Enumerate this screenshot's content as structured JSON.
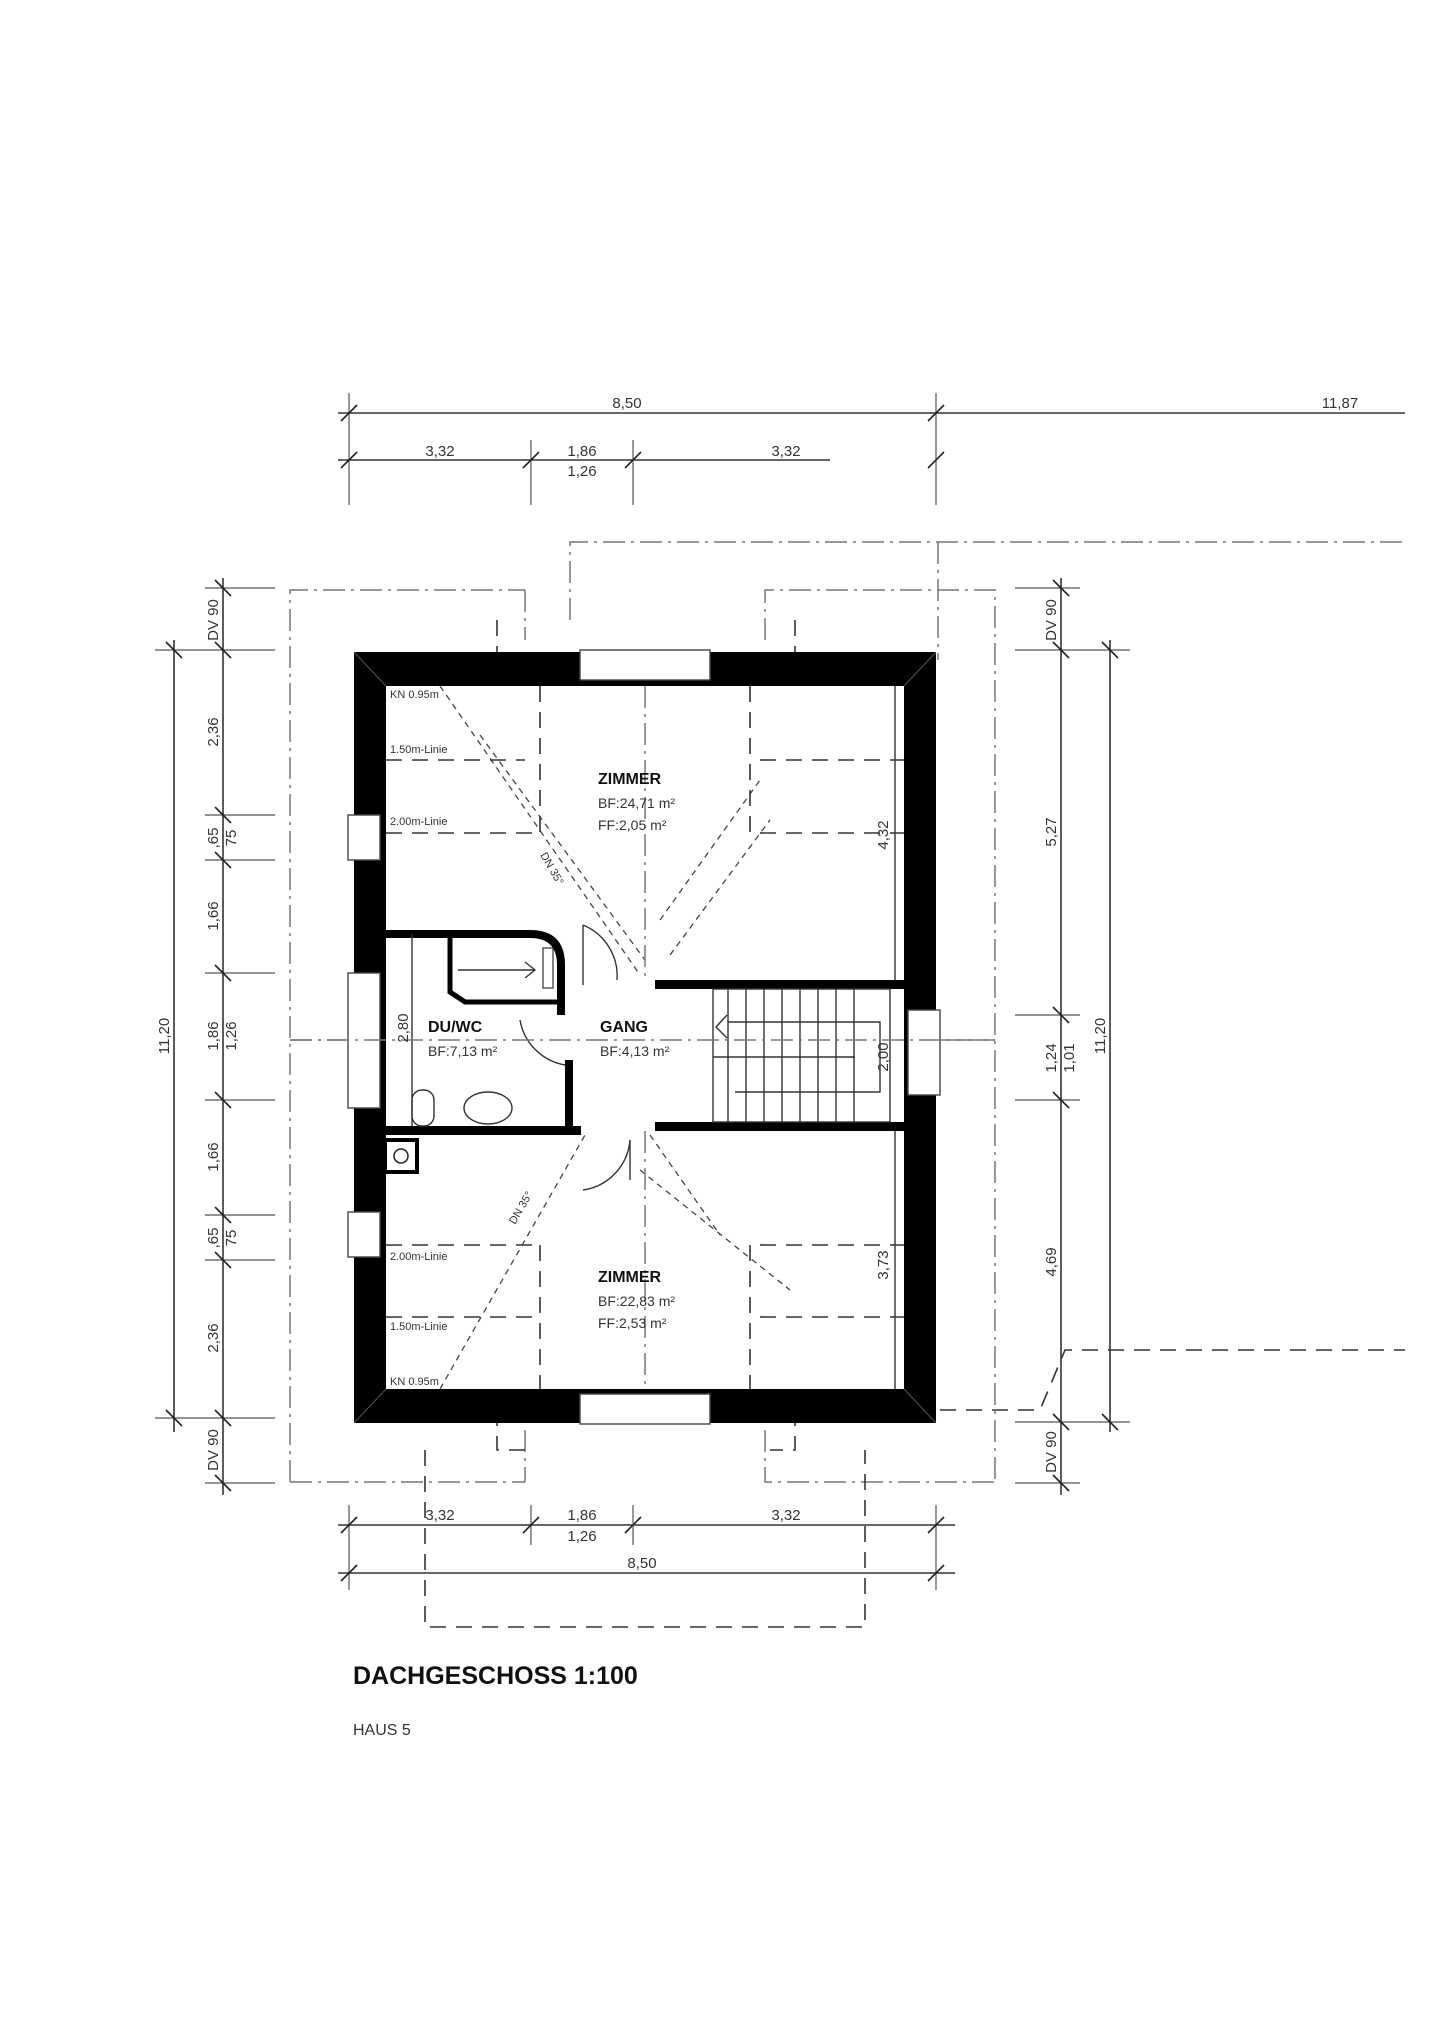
{
  "drawing": {
    "title": "DACHGESCHOSS 1:100",
    "subtitle": "HAUS 5"
  },
  "dimensions": {
    "top": {
      "total": "8,50",
      "extra_right": "11,87",
      "segments": [
        "3,32",
        "1,86",
        "3,32"
      ],
      "opening": "1,26"
    },
    "bottom": {
      "total": "8,50",
      "segments": [
        "3,32",
        "1,86",
        "3,32"
      ],
      "opening": "1,26"
    },
    "left": {
      "total": "11,20",
      "segments": [
        "DV 90",
        "2,36",
        ",65",
        "75",
        "1,66",
        "1,86",
        "1,26",
        "1,66",
        ",65",
        "75",
        "2,36",
        "DV 90"
      ]
    },
    "right": {
      "total": "11,20",
      "segments": [
        "DV 90",
        "5,27",
        "1,24",
        "1,01",
        "4,69",
        "DV 90"
      ]
    },
    "interior": {
      "room_top_height": "4,32",
      "room_bottom_height": "3,73",
      "bath_width": "2,80",
      "stair_width": "2,00"
    }
  },
  "rooms": [
    {
      "name": "ZIMMER",
      "bf": "BF:24,71 m²",
      "ff": "FF:2,05 m²"
    },
    {
      "name": "DU/WC",
      "bf": "BF:7,13 m²"
    },
    {
      "name": "GANG",
      "bf": "BF:4,13 m²"
    },
    {
      "name": "ZIMMER",
      "bf": "BF:22,83 m²",
      "ff": "FF:2,53 m²"
    }
  ],
  "annotations": {
    "kn_top": "KN 0.95m",
    "line150_top": "1.50m-Linie",
    "line200_top": "2.00m-Linie",
    "kn_bottom": "KN 0.95m",
    "line150_bottom": "1.50m-Linie",
    "line200_bottom": "2.00m-Linie",
    "roof_pitch_top": "DN 35°",
    "roof_pitch_bottom": "DN 35°"
  }
}
